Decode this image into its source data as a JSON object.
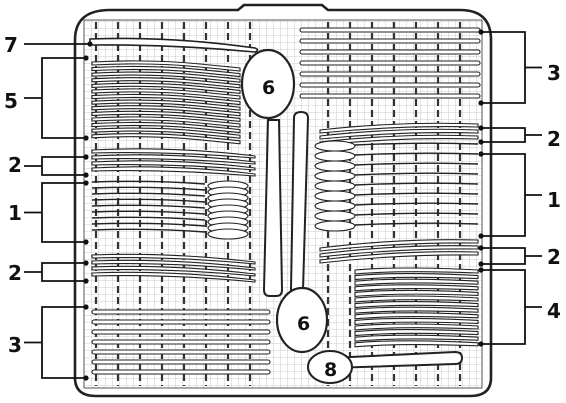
{
  "diagram": {
    "title": "",
    "callouts": [
      {
        "id": "callout-7-left",
        "text": "7"
      },
      {
        "id": "callout-5-left",
        "text": "5"
      },
      {
        "id": "callout-2-left-top",
        "text": "2"
      },
      {
        "id": "callout-1-left",
        "text": "1"
      },
      {
        "id": "callout-2-left-bottom",
        "text": "2"
      },
      {
        "id": "callout-3-left",
        "text": "3"
      },
      {
        "id": "callout-3-right",
        "text": "3"
      },
      {
        "id": "callout-2-right-top",
        "text": "2"
      },
      {
        "id": "callout-1-right",
        "text": "1"
      },
      {
        "id": "callout-2-right-bottom",
        "text": "2"
      },
      {
        "id": "callout-4-right",
        "text": "4"
      },
      {
        "id": "callout-6-top",
        "text": "6"
      },
      {
        "id": "callout-6-bottom",
        "text": "6"
      },
      {
        "id": "callout-8",
        "text": "8"
      }
    ]
  }
}
